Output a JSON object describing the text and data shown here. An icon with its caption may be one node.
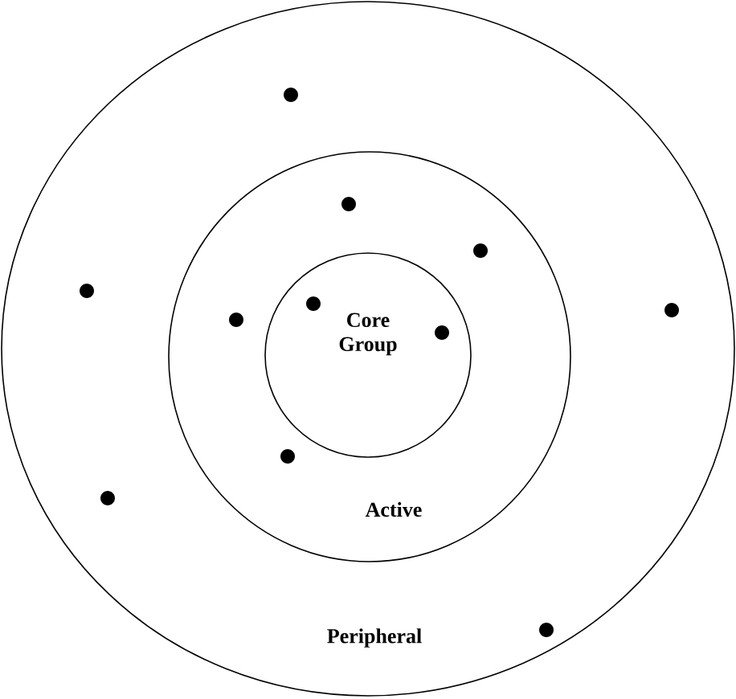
{
  "diagram": {
    "nodes": [
      {
        "text": [
          "Peripheral"
        ]
      },
      {
        "text": [
          "Active"
        ],
        "in": 0
      },
      {
        "text": [
          "Core Group"
        ],
        "in": 1
      }
    ]
  }
}
